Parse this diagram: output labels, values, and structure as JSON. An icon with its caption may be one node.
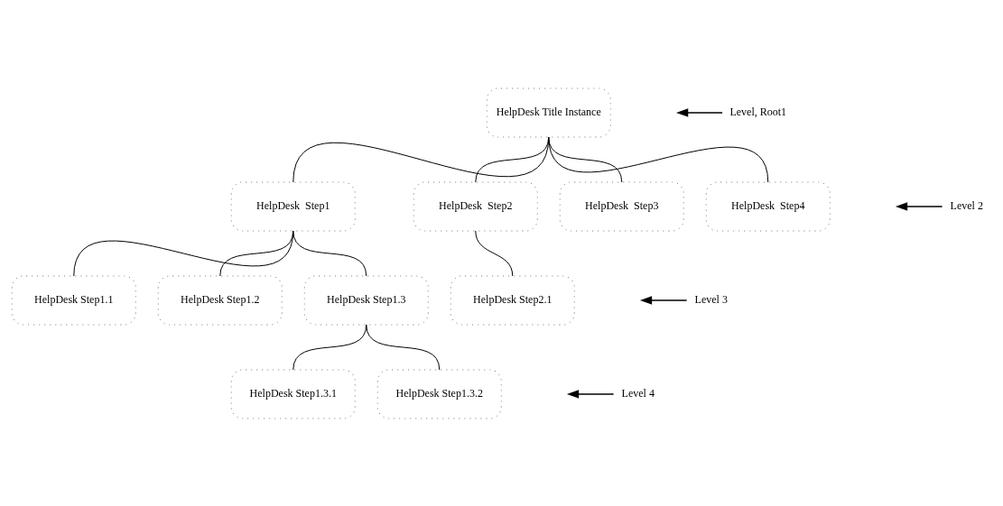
{
  "diagram": {
    "nodes": [
      {
        "text": [
          "HelpDesk Title Instance"
        ]
      },
      {
        "text": [
          "HelpDesk  Step1"
        ]
      },
      {
        "text": [
          "HelpDesk  Step2"
        ]
      },
      {
        "text": [
          "HelpDesk  Step3"
        ]
      },
      {
        "text": [
          "HelpDesk  Step4"
        ]
      },
      {
        "text": [
          "HelpDesk Step1.1"
        ]
      },
      {
        "text": [
          "HelpDesk Step1.2"
        ]
      },
      {
        "text": [
          "HelpDesk Step1.3"
        ]
      },
      {
        "text": [
          "HelpDesk Step2.1"
        ]
      },
      {
        "text": [
          "HelpDesk Step1.3.1"
        ]
      },
      {
        "text": [
          "HelpDesk Step1.3.2"
        ]
      },
      {
        "text": [
          "Level, Root1"
        ]
      },
      {
        "text": [
          "Level 2"
        ]
      },
      {
        "text": [
          "Level 3"
        ]
      },
      {
        "text": [
          "Level 4"
        ]
      }
    ],
    "edges": [
      {
        "from": 0,
        "to": 1,
        "arrow": "none"
      },
      {
        "from": 0,
        "to": 2,
        "arrow": "none"
      },
      {
        "from": 0,
        "to": 3,
        "arrow": "none"
      },
      {
        "from": 0,
        "to": 4,
        "arrow": "none"
      },
      {
        "from": 1,
        "to": 5,
        "arrow": "none"
      },
      {
        "from": 1,
        "to": 6,
        "arrow": "none"
      },
      {
        "from": 1,
        "to": 7,
        "arrow": "none"
      },
      {
        "from": 2,
        "to": 8,
        "arrow": "none"
      },
      {
        "from": 7,
        "to": 9,
        "arrow": "none"
      },
      {
        "from": 7,
        "to": 10,
        "arrow": "none"
      },
      {
        "from": 11,
        "to": null,
        "arrow": "to"
      },
      {
        "from": 12,
        "to": null,
        "arrow": "to"
      },
      {
        "from": 13,
        "to": null,
        "arrow": "to"
      },
      {
        "from": 14,
        "to": null,
        "arrow": "to"
      }
    ]
  }
}
